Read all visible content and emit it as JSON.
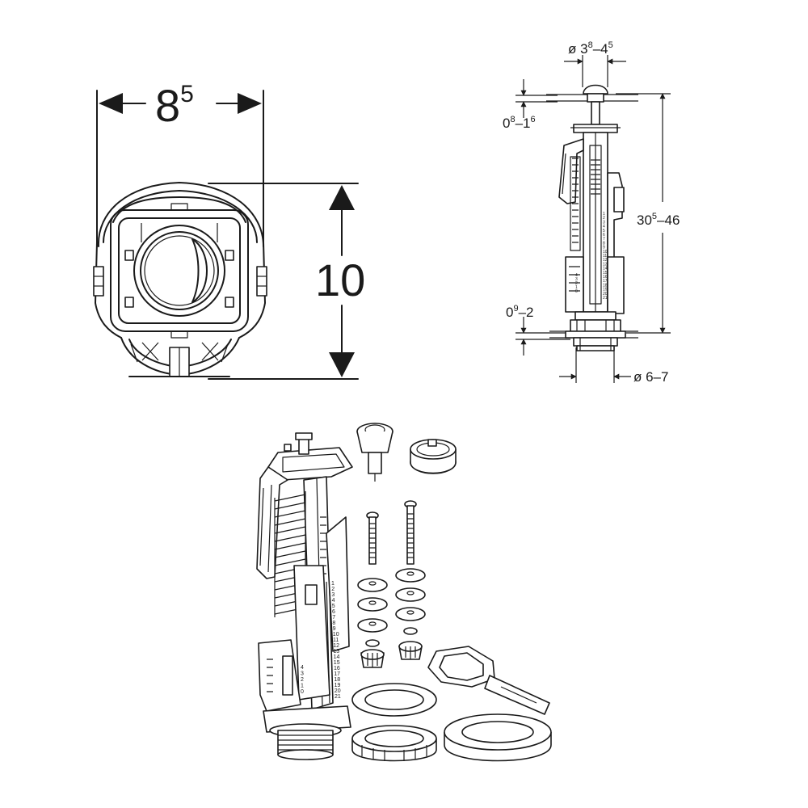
{
  "top_view": {
    "width_main": "8",
    "width_sup": "5",
    "height_label": "10"
  },
  "side_view": {
    "button_dia_prefix": "ø 3",
    "button_dia_sup1": "8",
    "button_dia_mid": "–4",
    "button_dia_sup2": "5",
    "top_range_main1": "0",
    "top_range_sup1": "8",
    "top_range_mid": "–1",
    "top_range_sup2": "6",
    "height_main1": "30",
    "height_sup": "5",
    "height_rest": "–46",
    "bottom_range_main": "0",
    "bottom_range_sup": "9",
    "bottom_range_rest": "–2",
    "outlet_dia": "ø 6–7",
    "scale_numbers": [
      "1",
      "2",
      "3",
      "4",
      "5",
      "6",
      "7",
      "8",
      "9",
      "10",
      "11",
      "12",
      "13",
      "14",
      "15",
      "16",
      "17",
      "18",
      "19",
      "20",
      "21"
    ],
    "small_scale_numbers": [
      "4",
      "3",
      "2",
      "1",
      "0"
    ]
  },
  "exploded_view": {
    "scale_numbers": [
      "1",
      "2",
      "3",
      "4",
      "5",
      "6",
      "7",
      "8",
      "9",
      "10",
      "11",
      "12",
      "13",
      "14",
      "15",
      "16",
      "17",
      "18",
      "19",
      "20",
      "21"
    ],
    "small_scale_numbers": [
      "4",
      "3",
      "2",
      "1",
      "0"
    ]
  },
  "colors": {
    "line": "#1a1a1a",
    "background": "#ffffff"
  }
}
